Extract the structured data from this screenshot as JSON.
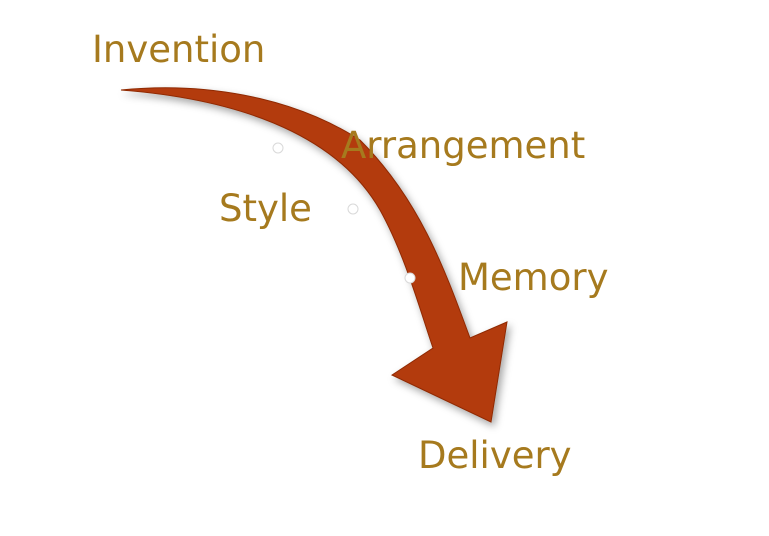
{
  "colors": {
    "label_text": "#a67a1e",
    "arrow_fill": "#b33a0e",
    "arrow_edge": "#8f2a06",
    "dot_fill": "#ffffff"
  },
  "steps": [
    {
      "label": "Invention"
    },
    {
      "label": "Arrangement"
    },
    {
      "label": "Style"
    },
    {
      "label": "Memory"
    },
    {
      "label": "Delivery"
    }
  ]
}
